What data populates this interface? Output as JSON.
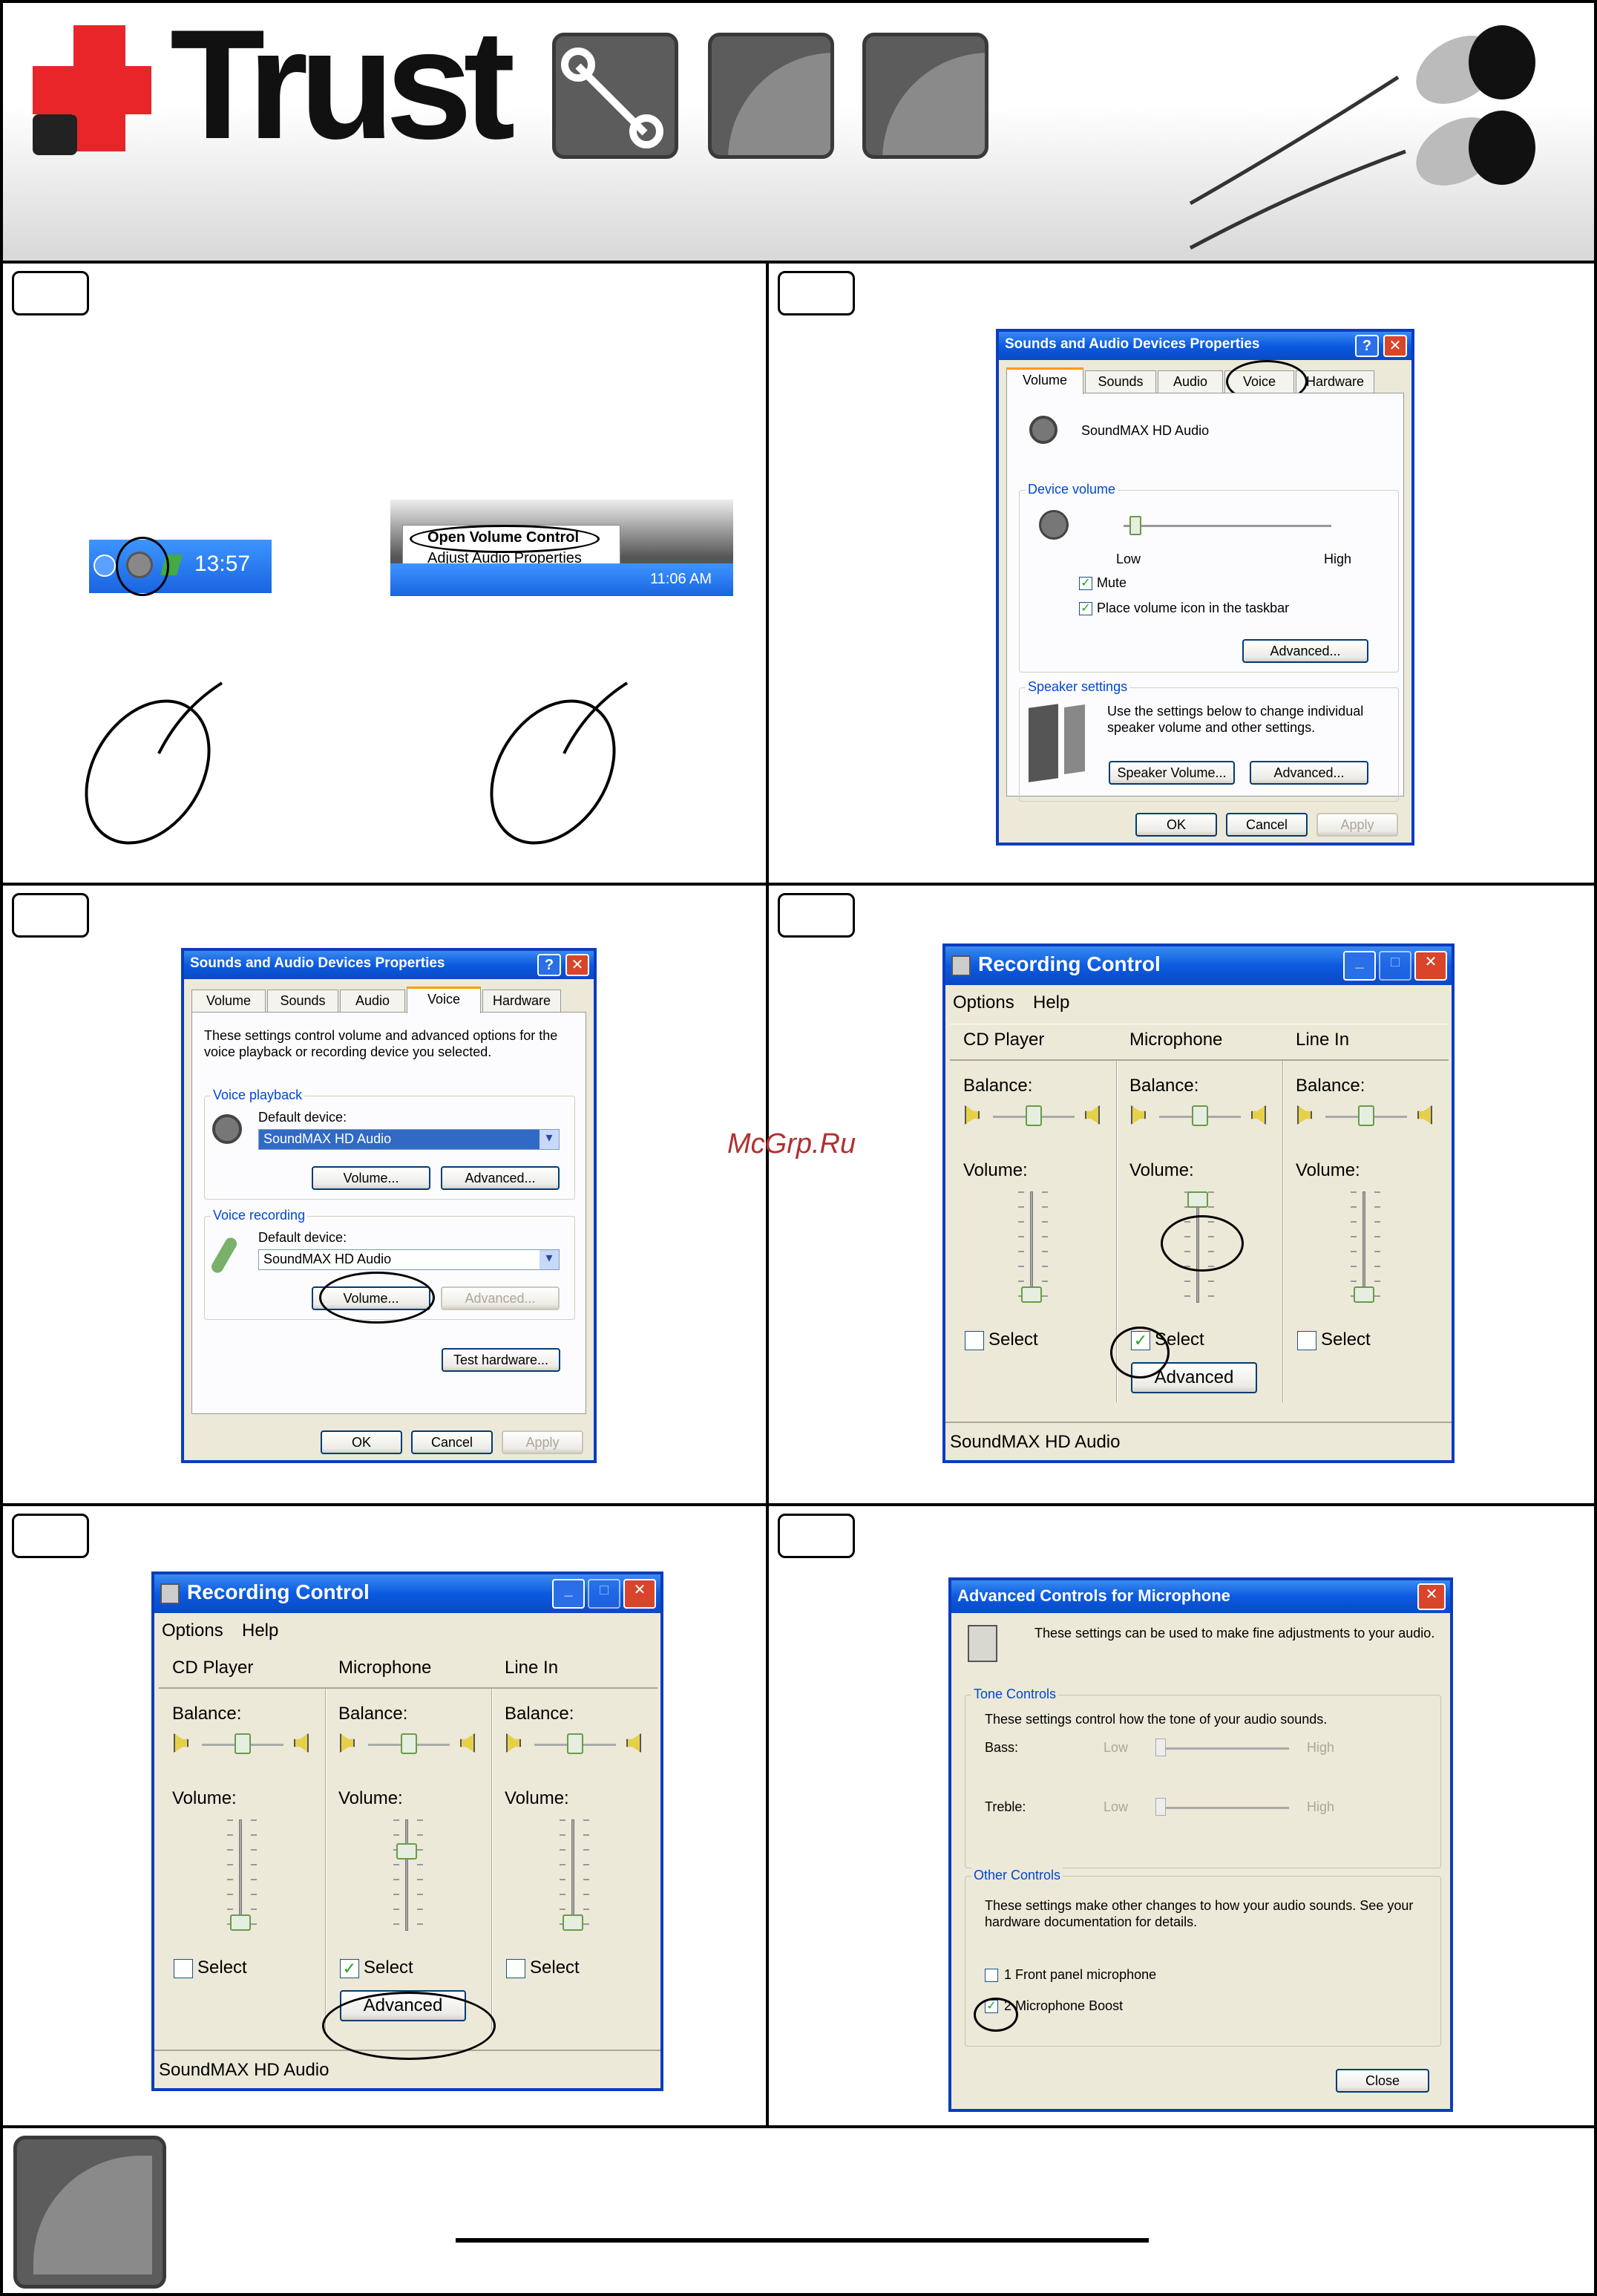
{
  "brand": {
    "logo_text": "Trust",
    "watermark": "McGrp.Ru"
  },
  "step1": {
    "tray_time": "13:57",
    "menu_open": "Open Volume Control",
    "menu_adjust": "Adjust Audio Properties",
    "tray_time2": "11:06 AM"
  },
  "sound_props": {
    "title": "Sounds and Audio Devices Properties",
    "help": "?",
    "close": "✕",
    "tabs": [
      "Volume",
      "Sounds",
      "Audio",
      "Voice",
      "Hardware"
    ],
    "device_name": "SoundMAX HD Audio",
    "device_volume_label": "Device volume",
    "low": "Low",
    "high": "High",
    "mute": "Mute",
    "place_icon": "Place volume icon in the taskbar",
    "advanced": "Advanced...",
    "speaker_settings_label": "Speaker settings",
    "speaker_text": "Use the settings below to change individual speaker volume and other settings.",
    "speaker_volume": "Speaker Volume...",
    "ok": "OK",
    "cancel": "Cancel",
    "apply": "Apply"
  },
  "voice_tab": {
    "intro": "These settings control volume and advanced options for the voice playback or recording device you selected.",
    "playback_label": "Voice playback",
    "recording_label": "Voice recording",
    "default_device": "Default device:",
    "device_value": "SoundMAX HD Audio",
    "volume_btn": "Volume...",
    "advanced_btn": "Advanced...",
    "test_hardware": "Test hardware..."
  },
  "recording": {
    "title": "Recording Control",
    "menu": [
      "Options",
      "Help"
    ],
    "columns": [
      "CD Player",
      "Microphone",
      "Line In"
    ],
    "balance": "Balance:",
    "volume": "Volume:",
    "select": "Select",
    "advanced": "Advanced",
    "status": "SoundMAX HD Audio",
    "min": "_",
    "max": "□",
    "close": "✕",
    "levels_step4": [
      0.0,
      1.0,
      0.0
    ],
    "levels_step5": [
      0.0,
      0.75,
      0.0
    ]
  },
  "adv_mic": {
    "title": "Advanced Controls for Microphone",
    "close": "✕",
    "intro": "These settings can be used to make fine adjustments to your audio.",
    "tone_label": "Tone Controls",
    "tone_text": "These settings control how the tone of your audio sounds.",
    "bass": "Bass:",
    "treble": "Treble:",
    "low": "Low",
    "high": "High",
    "other_label": "Other Controls",
    "other_text": "These settings make other changes to how your audio sounds.  See your hardware documentation for details.",
    "opt1": "1  Front panel microphone",
    "opt2": "2  Microphone Boost",
    "close_btn": "Close"
  }
}
